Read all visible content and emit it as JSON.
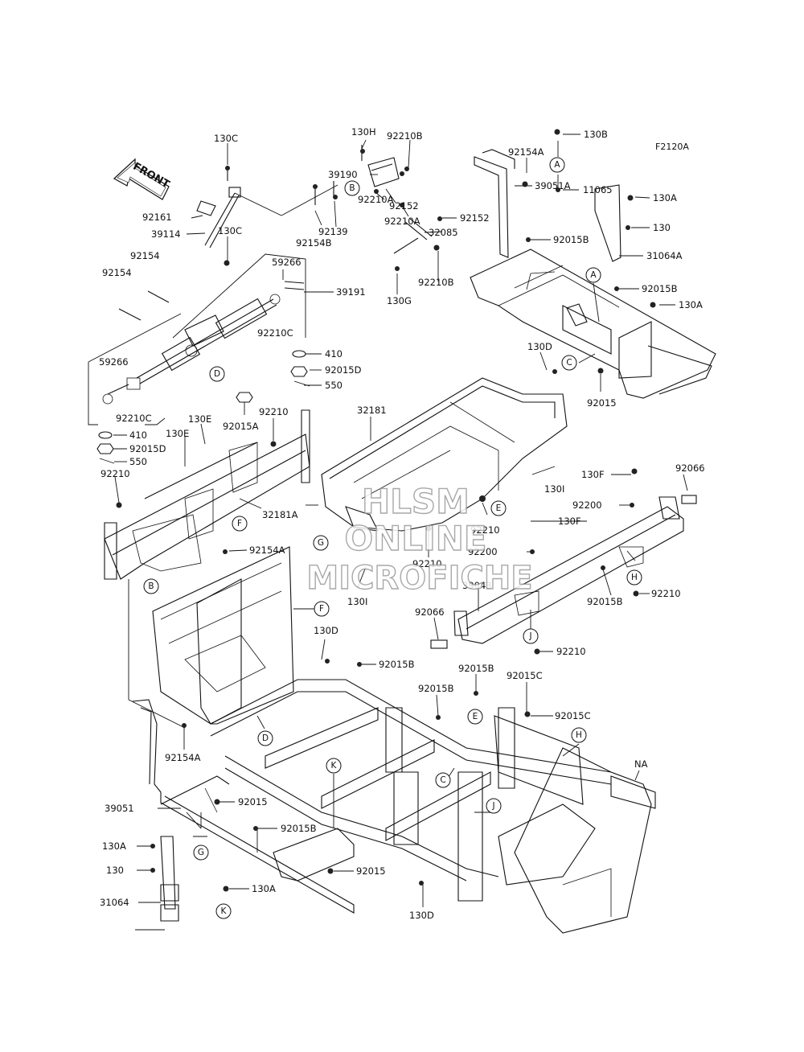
{
  "figure": {
    "code": "F2120A",
    "front_label": "FRONT"
  },
  "watermark": {
    "line1": "HLSM",
    "line2": "ONLINE",
    "line3": "MICROFICHE"
  },
  "labels": [
    "130C",
    "92161",
    "39114",
    "130C",
    "92154",
    "92154",
    "59266",
    "39191",
    "92210C",
    "410",
    "92015D",
    "550",
    "59266",
    "92210C",
    "410",
    "92015D",
    "550",
    "92015A",
    "92210",
    "130E",
    "130E",
    "92210",
    "32181A",
    "92154A",
    "130H",
    "92210B",
    "39190",
    "92210A",
    "92152",
    "92139",
    "92154B",
    "92152",
    "92210A",
    "32085",
    "92210B",
    "130G",
    "32181",
    "130I",
    "92210",
    "130I",
    "92210",
    "130B",
    "92154A",
    "11065",
    "130A",
    "39051A",
    "130",
    "31064A",
    "92015B",
    "92015B",
    "130A",
    "130D",
    "92015",
    "130F",
    "92066",
    "92200",
    "130F",
    "92200",
    "39043",
    "92015B",
    "92210",
    "92066",
    "92210",
    "130D",
    "92015B",
    "92015B",
    "92015B",
    "92015C",
    "92015C",
    "NA",
    "92154A",
    "39051",
    "92015",
    "92015B",
    "130A",
    "130",
    "92015",
    "31064",
    "130A",
    "130D"
  ],
  "callouts": [
    "B",
    "D",
    "B",
    "F",
    "G",
    "E",
    "F",
    "A",
    "A",
    "C",
    "H",
    "J",
    "D",
    "E",
    "K",
    "C",
    "J",
    "H",
    "G",
    "K"
  ]
}
